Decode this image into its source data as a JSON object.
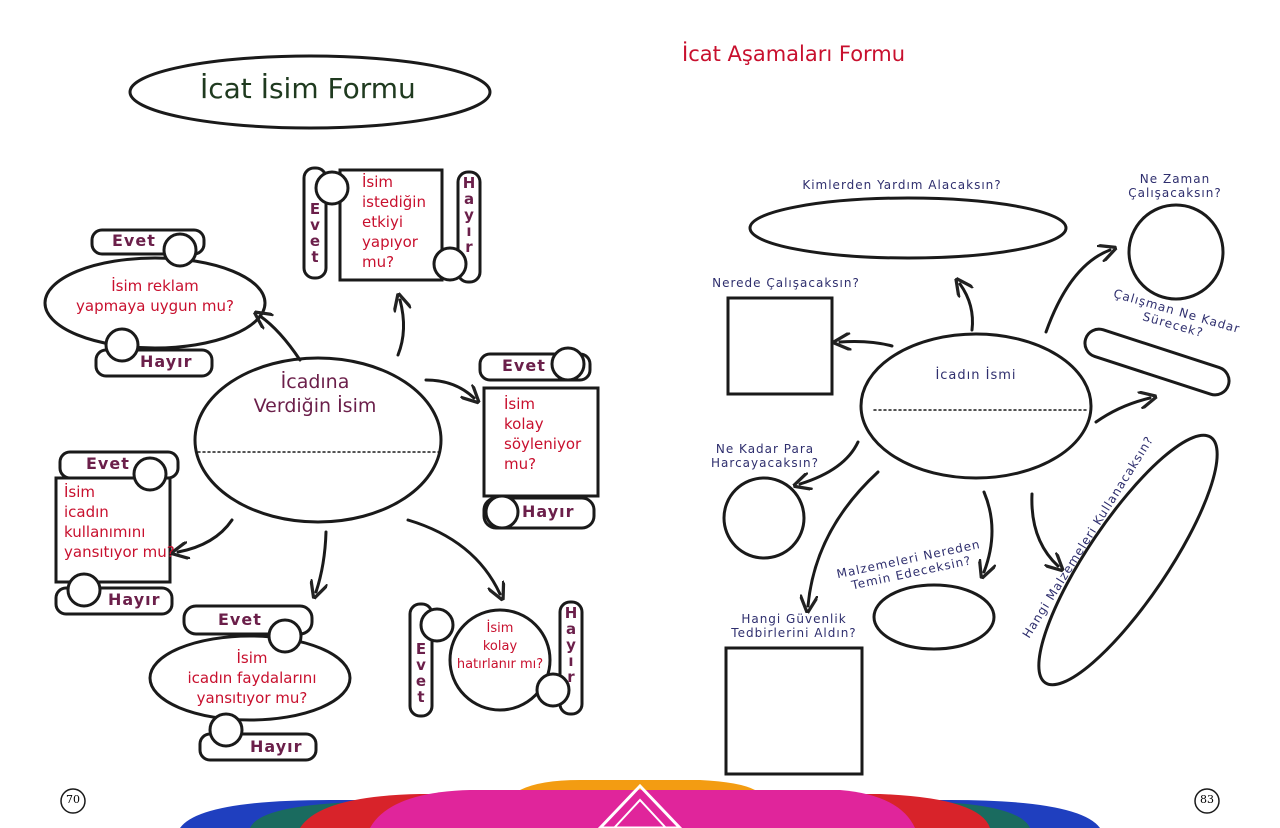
{
  "left_page": {
    "title": "İcat İsim Formu",
    "center": "İcadına\nVerdiğin İsim",
    "page_number": "70",
    "yes": "Evet",
    "no": "Hayır",
    "questions": {
      "q1": "İsim reklam\nyapmaya uygun mu?",
      "q2": "İsim\nistediğin\netkiyi\nyapıyor\nmu?",
      "q3": "İsim\nkolay\nsöyleniyor\nmu?",
      "q4": "İsim\nicadın\nkullanımını\nyansıtıyor mu?",
      "q5": "İsim\nicadın faydalarını\nyansıtıyor mu?",
      "q6": "İsim\nkolay\nhatırlanır mı?"
    }
  },
  "right_page": {
    "title": "İcat Aşamaları Formu",
    "center": "İcadın İsmi",
    "page_number": "83",
    "questions": {
      "who_helps": "Kimlerden Yardım Alacaksın?",
      "when": "Ne Zaman\nÇalışacaksın?",
      "where": "Nerede Çalışacaksın?",
      "duration": "Çalışman Ne Kadar\nSürecek?",
      "money": "Ne Kadar Para\nHarcayacaksın?",
      "materials_used": "Hangi Malzemeleri Kullanacaksın?",
      "materials_from": "Malzemeleri Nereden\nTemin Edeceksin?",
      "safety": "Hangi Güvenlik\nTedbirlerini Aldın?"
    }
  },
  "colors": {
    "question_red": "#c8102e",
    "label_plum": "#6b1f4a",
    "right_text": "#2f2f6e",
    "title_green": "#1f3a1f"
  }
}
